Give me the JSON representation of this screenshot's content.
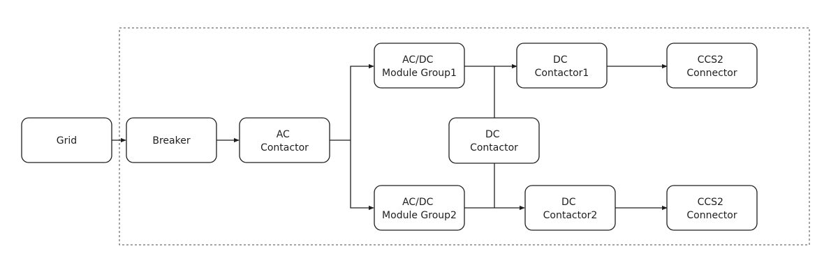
{
  "diagram": {
    "colors": {
      "stroke": "#1e1e1e",
      "box_fill": "#ffffff",
      "boundary": "#4a4a4a"
    },
    "nodes": [
      {
        "id": "grid",
        "lines": [
          "Grid"
        ]
      },
      {
        "id": "breaker",
        "lines": [
          "Breaker"
        ]
      },
      {
        "id": "ac-contactor",
        "lines": [
          "AC",
          "Contactor"
        ]
      },
      {
        "id": "acdc-module-group-1",
        "lines": [
          "AC/DC",
          "Module Group1"
        ]
      },
      {
        "id": "acdc-module-group-2",
        "lines": [
          "AC/DC",
          "Module Group2"
        ]
      },
      {
        "id": "dc-contactor",
        "lines": [
          "DC",
          "Contactor"
        ]
      },
      {
        "id": "dc-contactor-1",
        "lines": [
          "DC",
          "Contactor1"
        ]
      },
      {
        "id": "dc-contactor-2",
        "lines": [
          "DC",
          "Contactor2"
        ]
      },
      {
        "id": "ccs2-connector-1",
        "lines": [
          "CCS2",
          "Connector"
        ]
      },
      {
        "id": "ccs2-connector-2",
        "lines": [
          "CCS2",
          "Connector"
        ]
      }
    ],
    "edges": [
      {
        "from": "grid",
        "to": "breaker",
        "arrow": true
      },
      {
        "from": "breaker",
        "to": "ac-contactor",
        "arrow": true
      },
      {
        "from": "ac-contactor",
        "to": "acdc-module-group-1",
        "arrow": true
      },
      {
        "from": "ac-contactor",
        "to": "acdc-module-group-2",
        "arrow": true
      },
      {
        "from": "acdc-module-group-1",
        "to": "dc-contactor-1",
        "arrow": true
      },
      {
        "from": "acdc-module-group-2",
        "to": "dc-contactor-2",
        "arrow": true
      },
      {
        "from": "dc-contactor-1",
        "to": "ccs2-connector-1",
        "arrow": true
      },
      {
        "from": "dc-contactor-2",
        "to": "ccs2-connector-2",
        "arrow": true
      },
      {
        "from": "acdc-module-group-1",
        "to": "dc-contactor",
        "arrow": false
      },
      {
        "from": "dc-contactor",
        "to": "acdc-module-group-2",
        "arrow": false
      }
    ]
  }
}
